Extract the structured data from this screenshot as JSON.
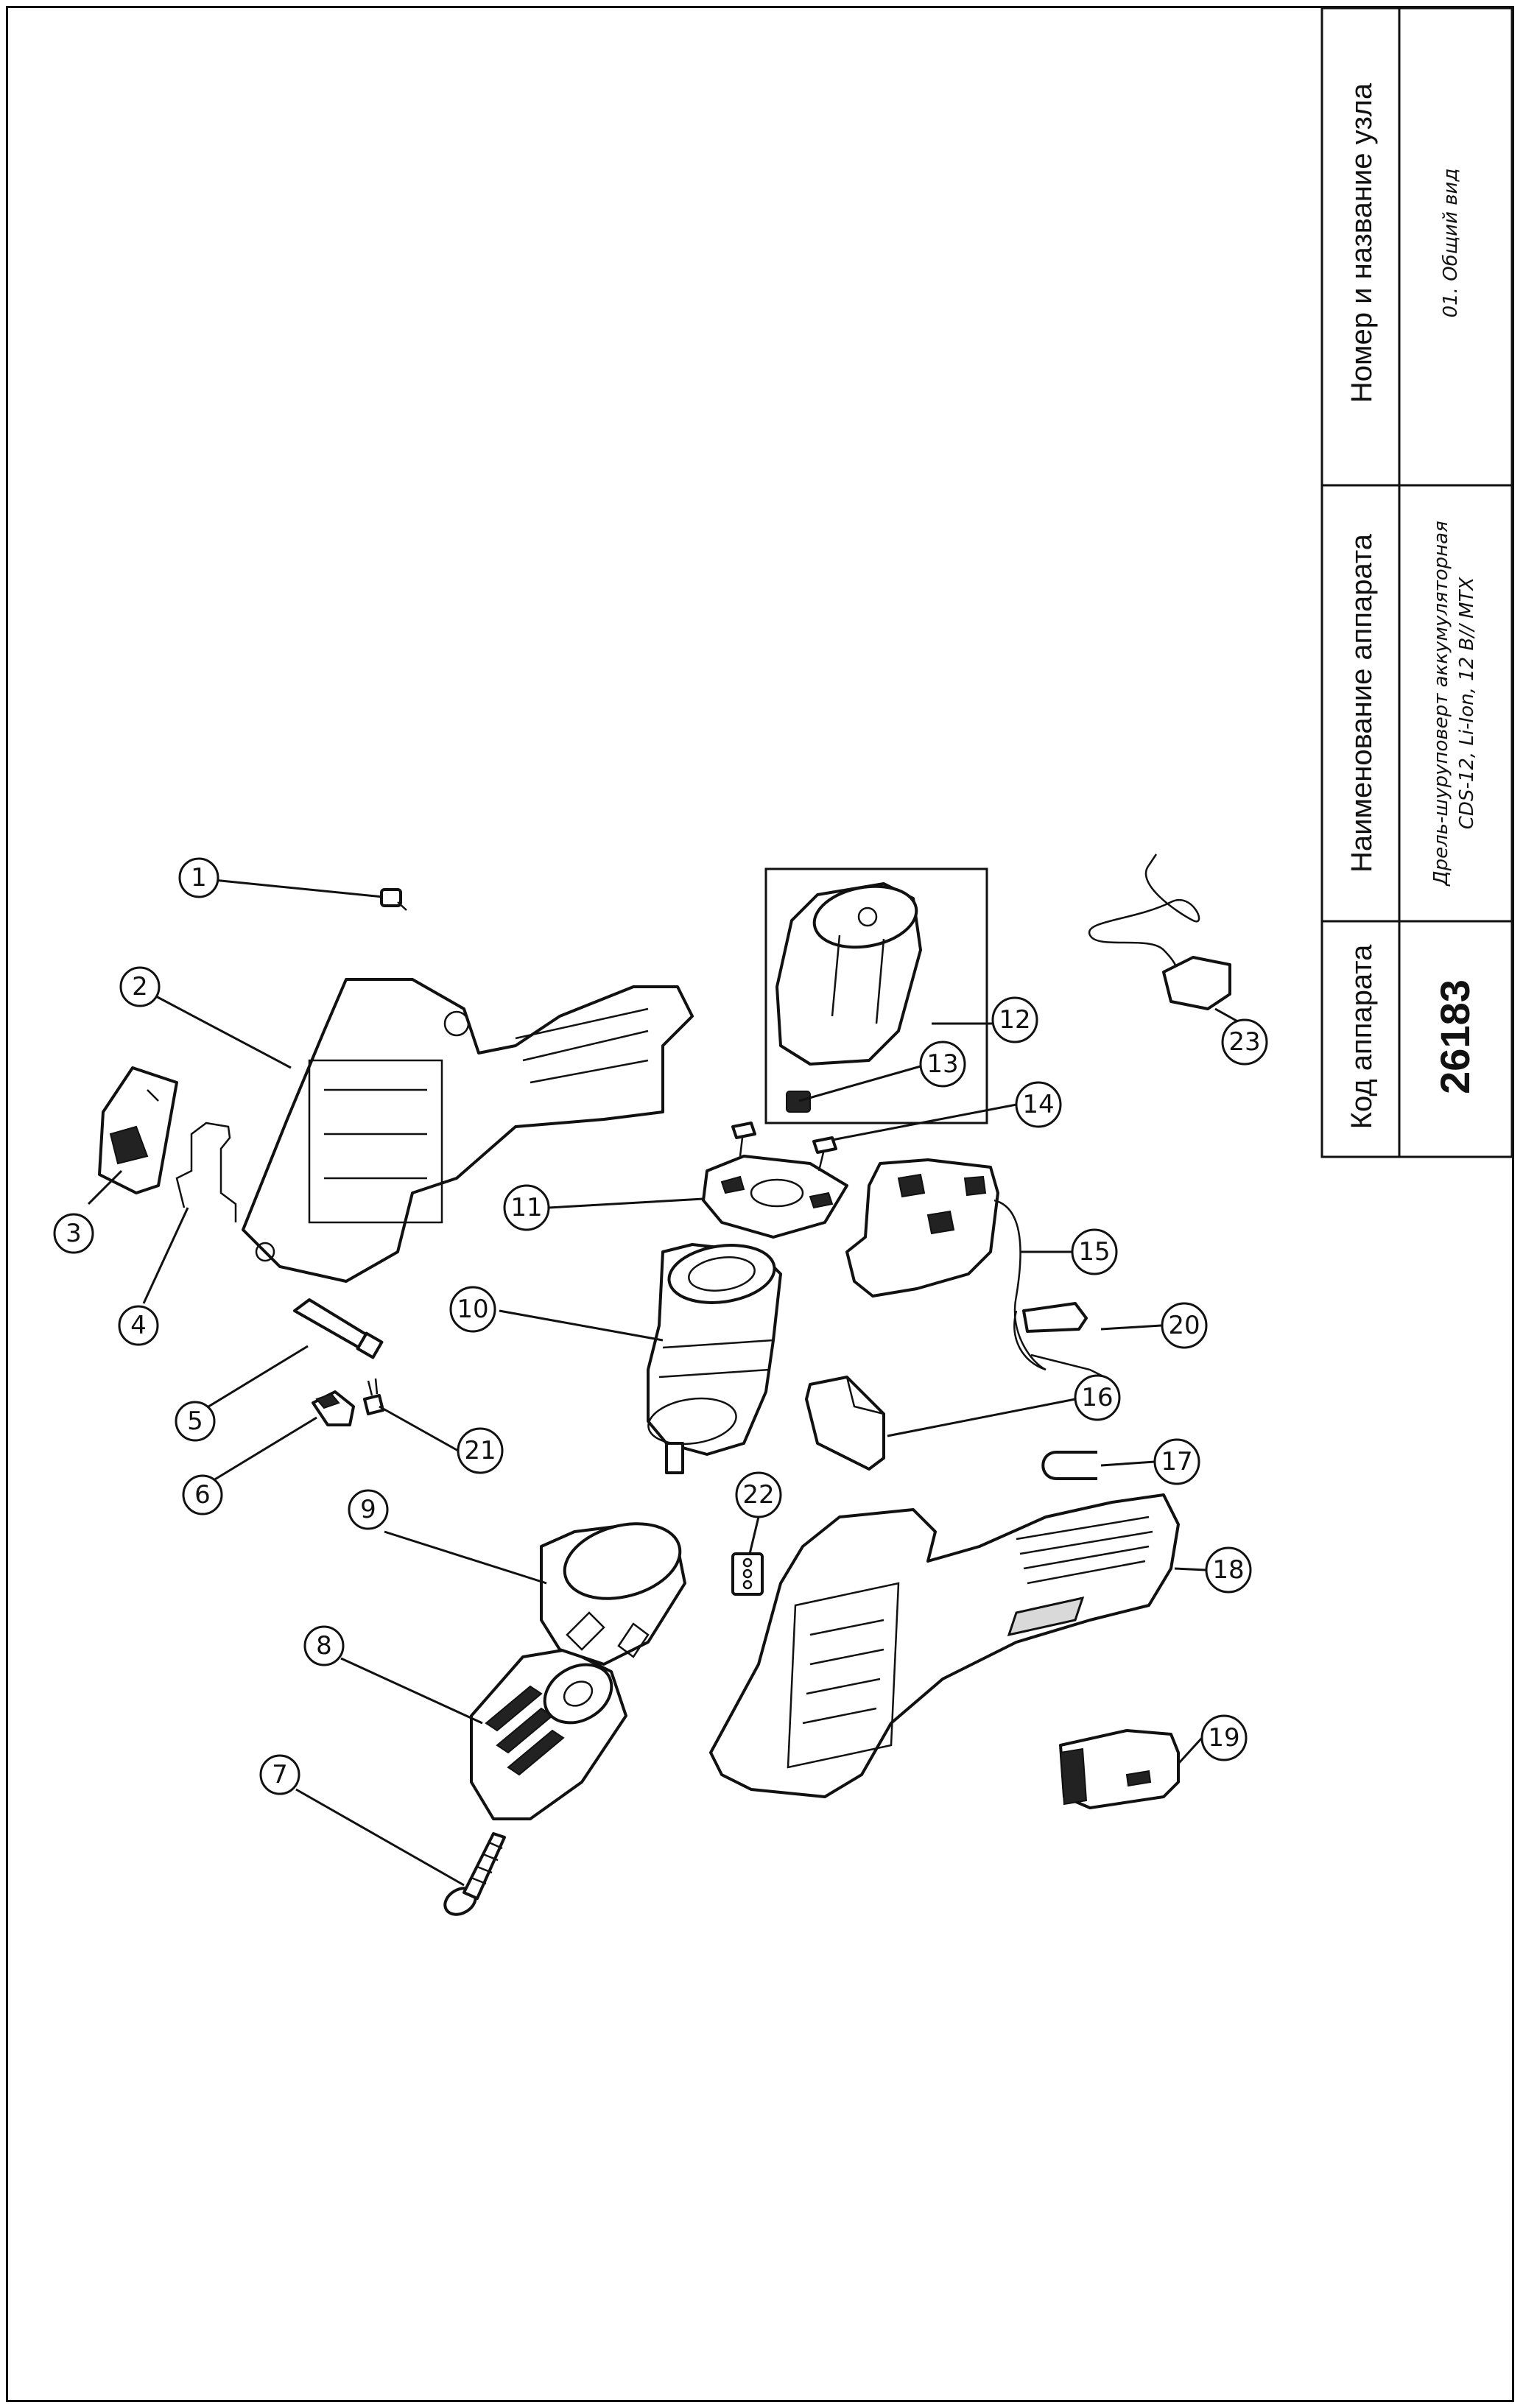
{
  "title_block": {
    "code_header": "Код аппарата",
    "code_value": "26183",
    "name_header": "Наименование аппарата",
    "name_line1": "Дрель-шуруповерт аккумуляторная",
    "name_line2": "CDS-12, Li-Ion, 12 В// MTX",
    "node_header": "Номер и название узла",
    "node_value": "01. Общий вид"
  },
  "callouts": [
    "1",
    "2",
    "3",
    "4",
    "5",
    "6",
    "7",
    "8",
    "9",
    "10",
    "11",
    "12",
    "13",
    "14",
    "15",
    "16",
    "17",
    "18",
    "19",
    "20",
    "21",
    "22",
    "23"
  ]
}
